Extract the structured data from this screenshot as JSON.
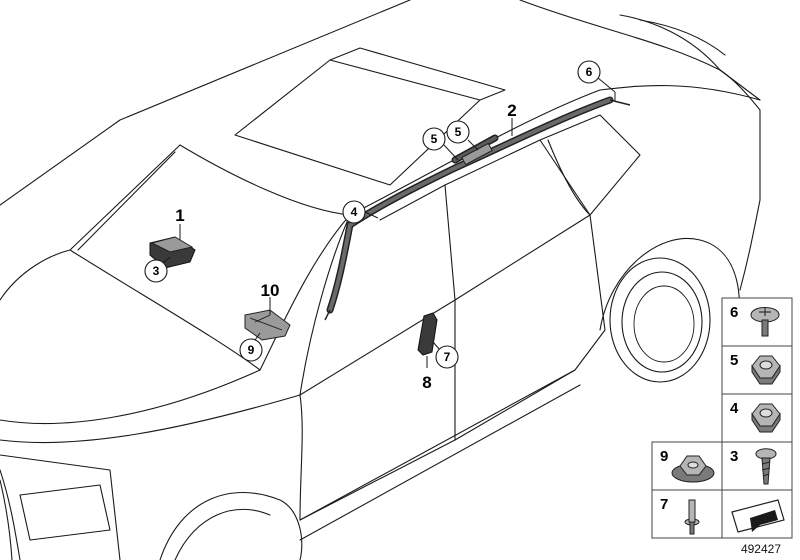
{
  "diagram": {
    "id": "492427",
    "callouts": {
      "c1": "1",
      "c2": "2",
      "c3": "3",
      "c4": "4",
      "c5a": "5",
      "c5b": "5",
      "c6": "6",
      "c7": "7",
      "c8": "8",
      "c9": "9",
      "c10": "10"
    },
    "legend": [
      {
        "number": "6",
        "icon": "screw-icon"
      },
      {
        "number": "5",
        "icon": "hex-nut-icon"
      },
      {
        "number": "4",
        "icon": "hex-nut-icon"
      },
      {
        "number": "9",
        "icon": "flange-nut-icon"
      },
      {
        "number": "3",
        "icon": "screw-icon"
      },
      {
        "number": "7",
        "icon": "rivet-icon"
      }
    ]
  }
}
